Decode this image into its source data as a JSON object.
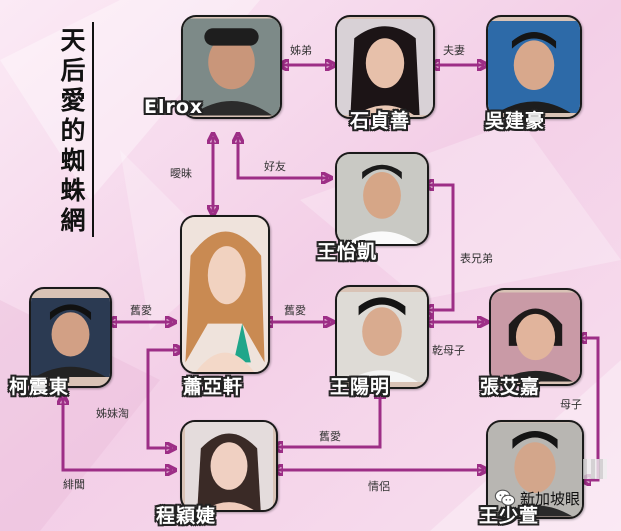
{
  "title": "天后愛的蜘蛛網",
  "people": {
    "elrox": "Elrox",
    "shi_zhenshan": "石貞善",
    "wu_jianhao": "吳建豪",
    "wang_yikai": "王怡凱",
    "ke_zhendong": "柯震東",
    "xiao_yaxuan": "蕭亞軒",
    "wang_yangming": "王陽明",
    "zhang_aijia": "張艾嘉",
    "cheng_yingjie": "程穎婕",
    "wang_shaoxuan": "王少萱"
  },
  "relations": {
    "elrox_shi": "姊弟",
    "shi_wu": "夫妻",
    "elrox_xiao": "曖昧",
    "elrox_wang_yikai": "好友",
    "wang_yikai_wang_yangming": "表兄弟",
    "ke_xiao": "舊愛",
    "xiao_wang_yangming": "舊愛",
    "wang_yangming_zhang": "乾母子",
    "xiao_cheng": "姊妹淘",
    "cheng_wang_yangming": "舊愛",
    "zhang_wang_shaoxuan": "母子",
    "ke_cheng": "緋聞",
    "cheng_wang_shaoxuan": "情侶"
  },
  "colors": {
    "background": "#f6dcee",
    "connector": "#9d2e86"
  },
  "watermark": {
    "icon": "wechat-icon",
    "text": "新加坡眼"
  }
}
